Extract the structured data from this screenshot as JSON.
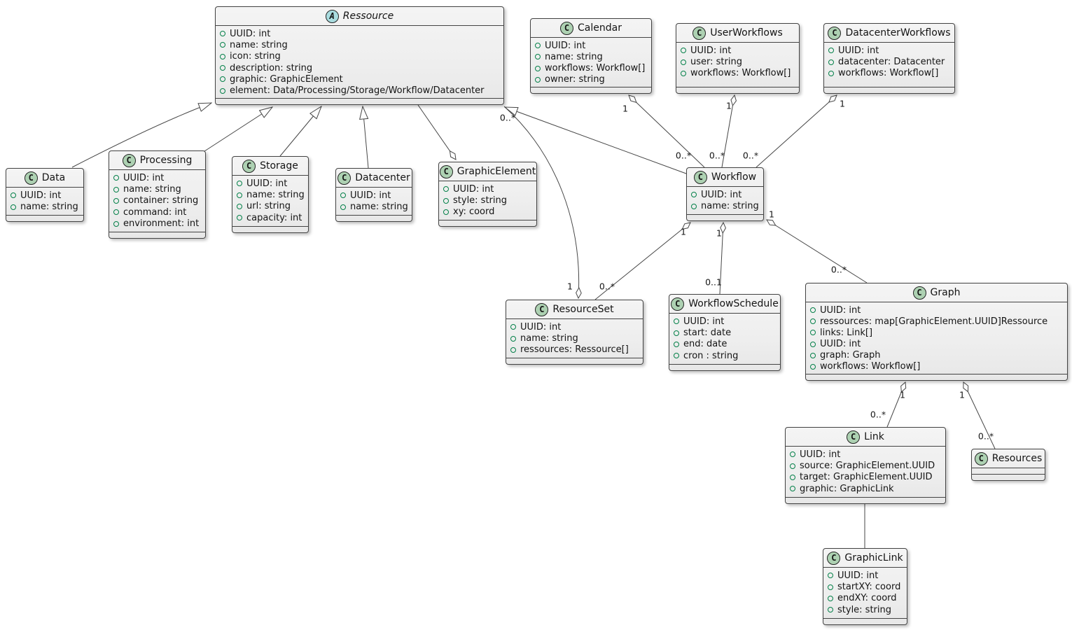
{
  "diagram": {
    "colors": {
      "class_fill": "#f1f1f1",
      "class_border": "#434343",
      "class_icon_fill": "#ADD1B2",
      "abstract_icon_fill": "#A9DCDF",
      "field_icon_color": "#038048",
      "edge_color": "#464646"
    },
    "classes": [
      {
        "id": "ressource",
        "name": "Ressource",
        "stereotype": "abstract",
        "icon_letter": "A",
        "attributes": [
          "UUID: int",
          "name: string",
          "icon: string",
          "description: string",
          "graphic: GraphicElement",
          "element: Data/Processing/Storage/Workflow/Datacenter"
        ]
      },
      {
        "id": "calendar",
        "name": "Calendar",
        "stereotype": "class",
        "icon_letter": "C",
        "attributes": [
          "UUID: int",
          "name: string",
          "workflows: Workflow[]",
          "owner: string"
        ]
      },
      {
        "id": "userworkflows",
        "name": "UserWorkflows",
        "stereotype": "class",
        "icon_letter": "C",
        "attributes": [
          "UUID: int",
          "user: string",
          "workflows: Workflow[]"
        ]
      },
      {
        "id": "datacenterworkflows",
        "name": "DatacenterWorkflows",
        "stereotype": "class",
        "icon_letter": "C",
        "attributes": [
          "UUID: int",
          "datacenter: Datacenter",
          "workflows: Workflow[]"
        ]
      },
      {
        "id": "data",
        "name": "Data",
        "stereotype": "class",
        "icon_letter": "C",
        "attributes": [
          "UUID: int",
          "name: string"
        ]
      },
      {
        "id": "processing",
        "name": "Processing",
        "stereotype": "class",
        "icon_letter": "C",
        "attributes": [
          "UUID: int",
          "name: string",
          "container: string",
          "command: int",
          "environment: int"
        ]
      },
      {
        "id": "storage",
        "name": "Storage",
        "stereotype": "class",
        "icon_letter": "C",
        "attributes": [
          "UUID: int",
          "name: string",
          "url: string",
          "capacity: int"
        ]
      },
      {
        "id": "datacenter",
        "name": "Datacenter",
        "stereotype": "class",
        "icon_letter": "C",
        "attributes": [
          "UUID: int",
          "name: string"
        ]
      },
      {
        "id": "graphicelement",
        "name": "GraphicElement",
        "stereotype": "class",
        "icon_letter": "C",
        "attributes": [
          "UUID: int",
          "style: string",
          "xy: coord"
        ]
      },
      {
        "id": "workflow",
        "name": "Workflow",
        "stereotype": "class",
        "icon_letter": "C",
        "attributes": [
          "UUID: int",
          "name: string"
        ]
      },
      {
        "id": "resourceset",
        "name": "ResourceSet",
        "stereotype": "class",
        "icon_letter": "C",
        "attributes": [
          "UUID: int",
          "name: string",
          "ressources: Ressource[]"
        ]
      },
      {
        "id": "workflowschedule",
        "name": "WorkflowSchedule",
        "stereotype": "class",
        "icon_letter": "C",
        "attributes": [
          "UUID: int",
          "start: date",
          "end: date",
          "cron : string"
        ]
      },
      {
        "id": "graph",
        "name": "Graph",
        "stereotype": "class",
        "icon_letter": "C",
        "attributes": [
          "UUID: int",
          "ressources: map[GraphicElement.UUID]Ressource",
          "links: Link[]",
          "UUID: int",
          "graph: Graph",
          "workflows: Workflow[]"
        ]
      },
      {
        "id": "link",
        "name": "Link",
        "stereotype": "class",
        "icon_letter": "C",
        "attributes": [
          "UUID: int",
          "source: GraphicElement.UUID",
          "target: GraphicElement.UUID",
          "graphic: GraphicLink"
        ]
      },
      {
        "id": "resources",
        "name": "Resources",
        "stereotype": "class",
        "icon_letter": "C",
        "attributes": []
      },
      {
        "id": "graphiclink",
        "name": "GraphicLink",
        "stereotype": "class",
        "icon_letter": "C",
        "attributes": [
          "UUID: int",
          "startXY: coord",
          "endXY: coord",
          "style: string"
        ]
      }
    ],
    "relations": [
      {
        "id": "data-ressource",
        "from": "Data",
        "to": "Ressource",
        "type": "inheritance"
      },
      {
        "id": "processing-ressource",
        "from": "Processing",
        "to": "Ressource",
        "type": "inheritance"
      },
      {
        "id": "storage-ressource",
        "from": "Storage",
        "to": "Ressource",
        "type": "inheritance"
      },
      {
        "id": "datacenter-ressource",
        "from": "Datacenter",
        "to": "Ressource",
        "type": "inheritance"
      },
      {
        "id": "workflow-ressource",
        "from": "Workflow",
        "to": "Ressource",
        "type": "inheritance"
      },
      {
        "id": "ressource-graphicelement",
        "from": "GraphicElement",
        "to": "Ressource",
        "type": "aggregation"
      },
      {
        "id": "resourceset-ressource",
        "from": "ResourceSet",
        "to": "Ressource",
        "type": "aggregation",
        "from_mult": "1",
        "to_mult": "0..*"
      },
      {
        "id": "calendar-workflow",
        "from": "Calendar",
        "to": "Workflow",
        "type": "aggregation",
        "from_mult": "1",
        "to_mult": "0..*"
      },
      {
        "id": "userworkflows-workflow",
        "from": "UserWorkflows",
        "to": "Workflow",
        "type": "aggregation",
        "from_mult": "1",
        "to_mult": "0..*"
      },
      {
        "id": "datacenterworkflows-workflow",
        "from": "DatacenterWorkflows",
        "to": "Workflow",
        "type": "aggregation",
        "from_mult": "1",
        "to_mult": "0..*"
      },
      {
        "id": "workflow-resourceset",
        "from": "Workflow",
        "to": "ResourceSet",
        "type": "aggregation",
        "from_mult": "1",
        "to_mult": "0..*"
      },
      {
        "id": "workflow-workflowschedule",
        "from": "Workflow",
        "to": "WorkflowSchedule",
        "type": "aggregation",
        "from_mult": "1",
        "to_mult": "0..1"
      },
      {
        "id": "workflow-graph",
        "from": "Workflow",
        "to": "Graph",
        "type": "aggregation",
        "from_mult": "1",
        "to_mult": "0..*"
      },
      {
        "id": "graph-link",
        "from": "Graph",
        "to": "Link",
        "type": "aggregation",
        "from_mult": "1",
        "to_mult": "0..*"
      },
      {
        "id": "graph-resources",
        "from": "Graph",
        "to": "Resources",
        "type": "aggregation",
        "from_mult": "1",
        "to_mult": "0..*"
      },
      {
        "id": "link-graphiclink",
        "from": "Link",
        "to": "GraphicLink",
        "type": "association"
      }
    ]
  }
}
